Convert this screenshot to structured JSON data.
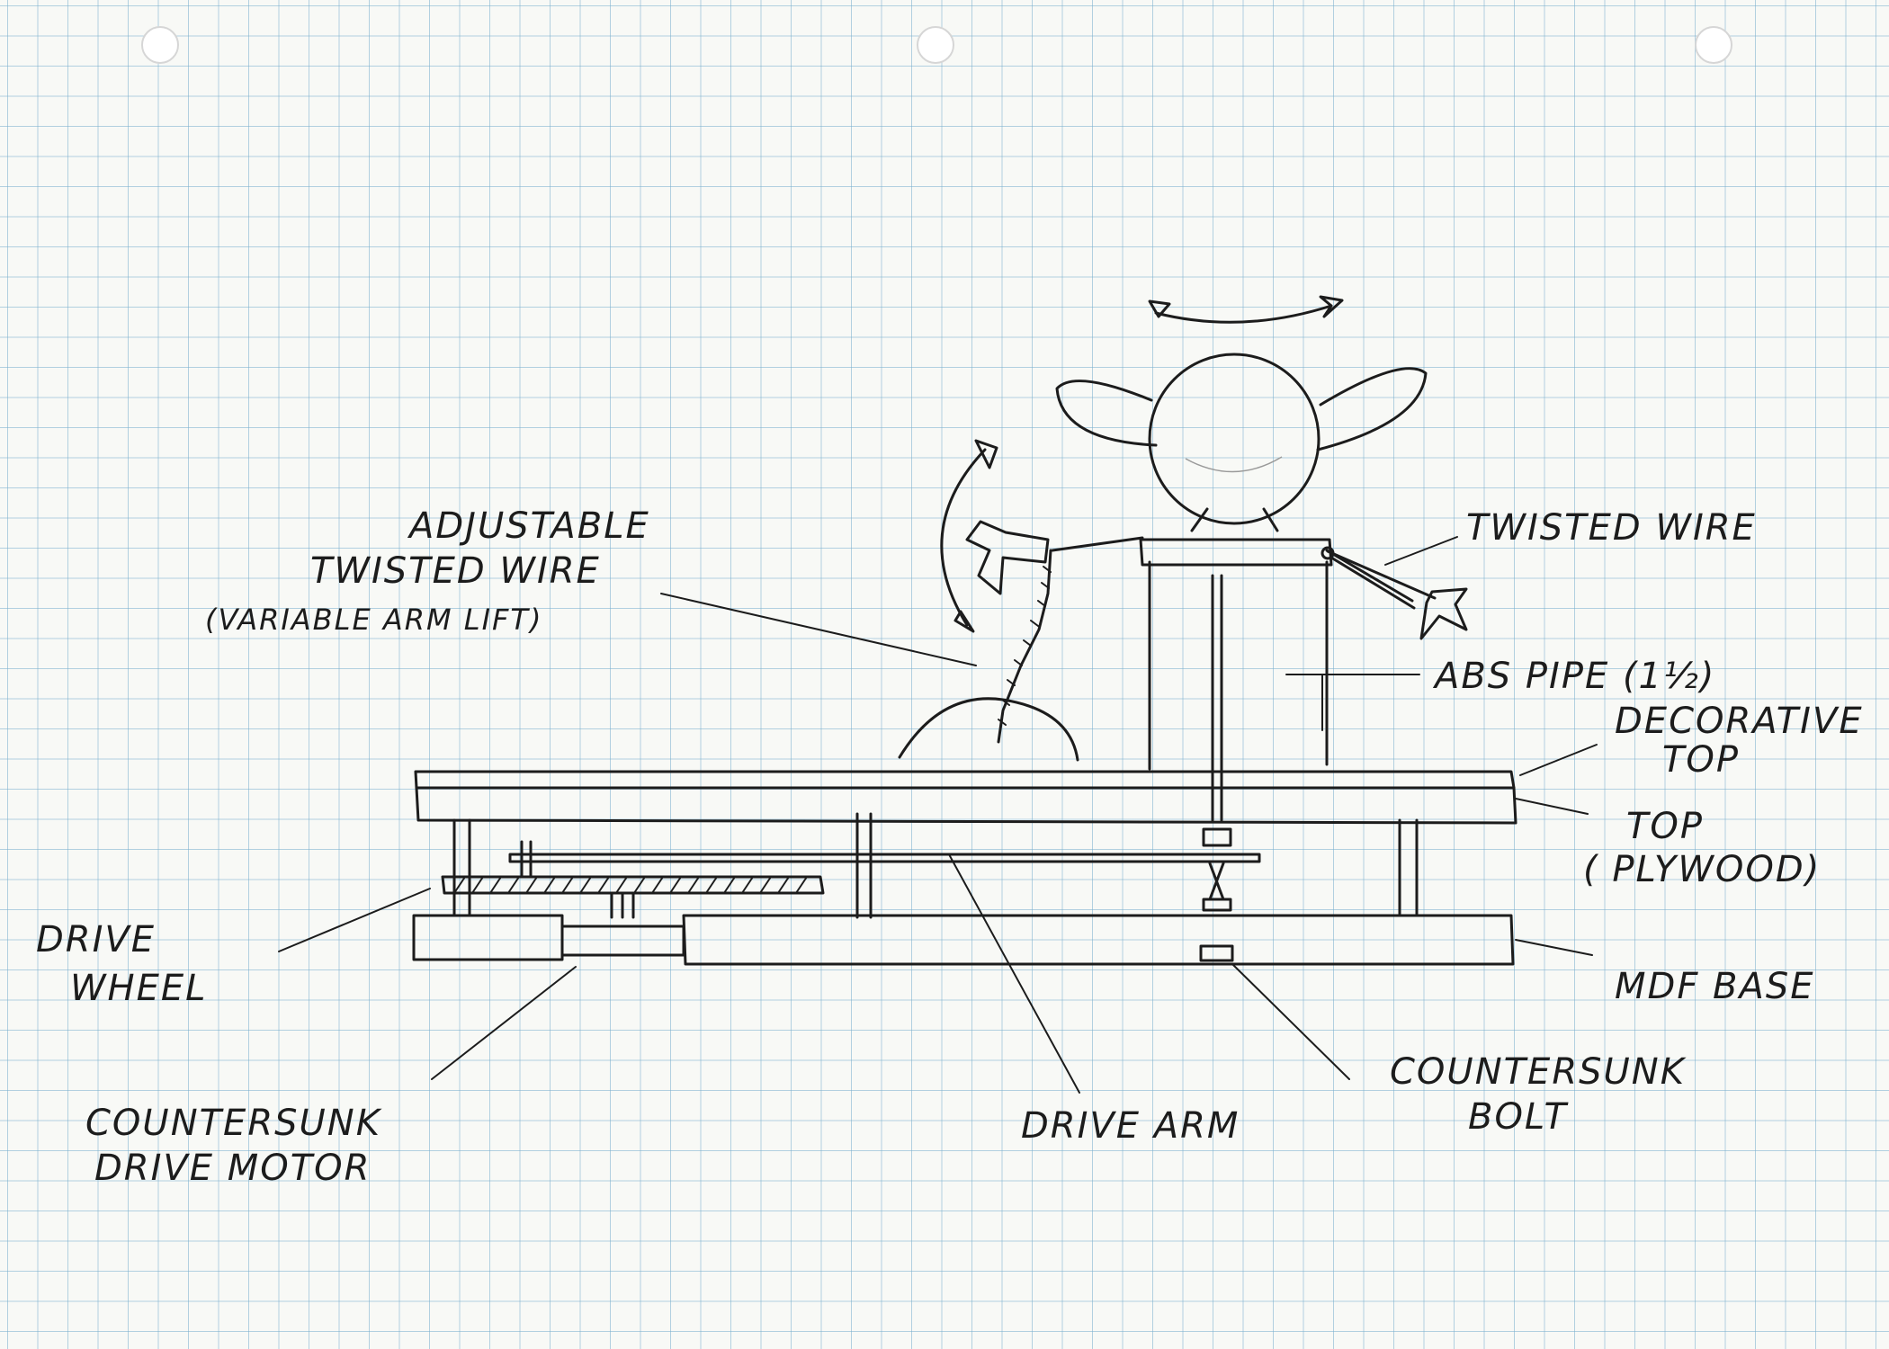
{
  "diagram": {
    "labels": {
      "adjustable_1": "ADJUSTABLE",
      "adjustable_2": "TWISTED WIRE",
      "adjustable_3": "(VARIABLE ARM LIFT)",
      "twisted_wire": "TWISTED WIRE",
      "abs_pipe": "ABS PIPE (1½)",
      "decorative_1": "DECORATIVE",
      "decorative_2": "TOP",
      "top_1": "TOP",
      "top_2": "( PLYWOOD)",
      "mdf_base": "MDF BASE",
      "drive_wheel_1": "DRIVE",
      "drive_wheel_2": "WHEEL",
      "countersunk_motor_1": "COUNTERSUNK",
      "countersunk_motor_2": "DRIVE MOTOR",
      "drive_arm": "DRIVE ARM",
      "countersunk_bolt_1": "COUNTERSUNK",
      "countersunk_bolt_2": "BOLT"
    },
    "colors": {
      "ink": "#1c1c1c",
      "grid": "#78afcd",
      "paper": "#f8f9f6"
    }
  }
}
